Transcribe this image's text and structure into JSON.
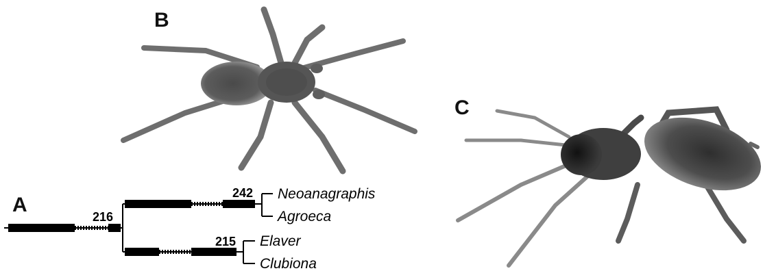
{
  "panels": {
    "a": "A",
    "b": "B",
    "c": "C"
  },
  "tree": {
    "nodes": {
      "root": "216",
      "upper": "242",
      "lower": "215"
    },
    "taxa": [
      "Neoanagraphis",
      "Agroeca",
      "Elaver",
      "Clubiona"
    ]
  },
  "colors": {
    "branch": "#000000",
    "spider_body": "#5a5a5a",
    "spider_legs": "#6e6e6e",
    "background": "#ffffff"
  }
}
